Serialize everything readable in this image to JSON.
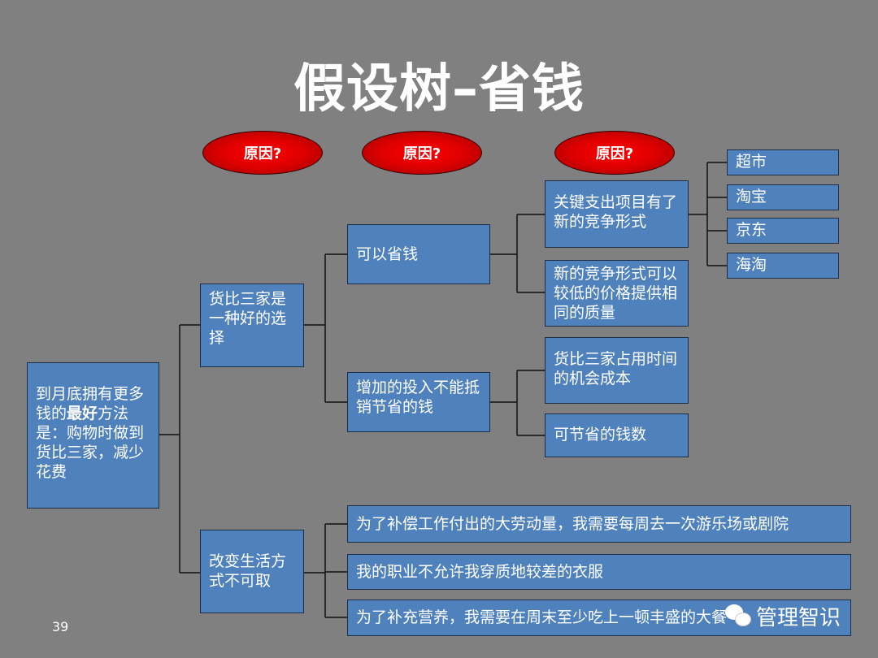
{
  "title": "假设树–省钱",
  "ovals": [
    "原因?",
    "原因?",
    "原因?"
  ],
  "root": {
    "pre": "到月底拥有更多钱的",
    "bold": "最好",
    "post": "方法是：购物时做到货比三家，减少花费"
  },
  "level1": [
    "货比三家是一种好的选择",
    "改变生活方式不可取"
  ],
  "level2": [
    "可以省钱",
    "增加的投入不能抵销节省的钱"
  ],
  "level3": [
    "关键支出项目有了新的竞争形式",
    "新的竞争形式可以较低的价格提供相同的质量",
    "货比三家占用时间的机会成本",
    "可节省的钱数"
  ],
  "level4": [
    "超市",
    "淘宝",
    "京东",
    "海淘"
  ],
  "lifestyle": [
    "为了补偿工作付出的大劳动量，我需要每周去一次游乐场或剧院",
    "我的职业不允许我穿质地较差的衣服",
    "为了补充营养，我需要在周末至少吃上一顿丰盛的大餐"
  ],
  "page_number": "39",
  "watermark": "管理智识",
  "colors": {
    "background": "#808080",
    "box": "#4f81bd",
    "oval": "#e00000"
  }
}
